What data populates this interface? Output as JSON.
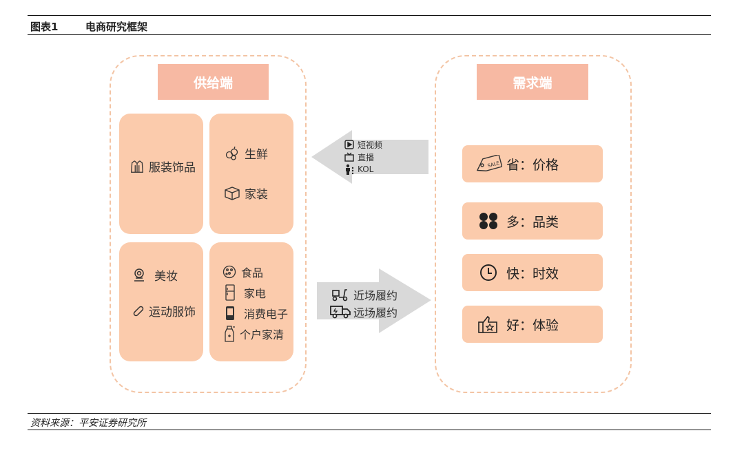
{
  "header": {
    "figure_label": "图表1",
    "title": "电商研究框架"
  },
  "supply": {
    "title": "供给端",
    "cells": [
      {
        "items": [
          {
            "icon": "jacket-icon",
            "label": "服装饰品"
          }
        ]
      },
      {
        "items": [
          {
            "icon": "fruit-icon",
            "label": "生鲜"
          },
          {
            "icon": "box-icon",
            "label": "家装"
          }
        ]
      },
      {
        "items": [
          {
            "icon": "makeup-icon",
            "label": "美妆"
          },
          {
            "icon": "bandage-icon",
            "label": "运动服饰"
          }
        ]
      },
      {
        "items": [
          {
            "icon": "food-icon",
            "label": "食品"
          },
          {
            "icon": "fridge-icon",
            "label": "家电"
          },
          {
            "icon": "phone-icon",
            "label": "消费电子"
          },
          {
            "icon": "spray-bottle-icon",
            "label": "个户家清"
          }
        ]
      }
    ]
  },
  "demand": {
    "title": "需求端",
    "items": [
      {
        "icon": "price-tag-icon",
        "label": "省：价格"
      },
      {
        "icon": "grid-icon",
        "label": "多：品类"
      },
      {
        "icon": "clock-icon",
        "label": "快：时效"
      },
      {
        "icon": "thumbs-up-icon",
        "label": "好：体验"
      }
    ]
  },
  "arrow_left": {
    "items": [
      {
        "icon": "video-icon",
        "label": "短视频"
      },
      {
        "icon": "tv-icon",
        "label": "直播"
      },
      {
        "icon": "person-icon",
        "label": "KOL"
      }
    ]
  },
  "arrow_right": {
    "items": [
      {
        "icon": "scooter-icon",
        "label": "近场履约"
      },
      {
        "icon": "truck-icon",
        "label": "远场履约"
      }
    ]
  },
  "footer": {
    "source": "资料来源：平安证券研究所"
  }
}
